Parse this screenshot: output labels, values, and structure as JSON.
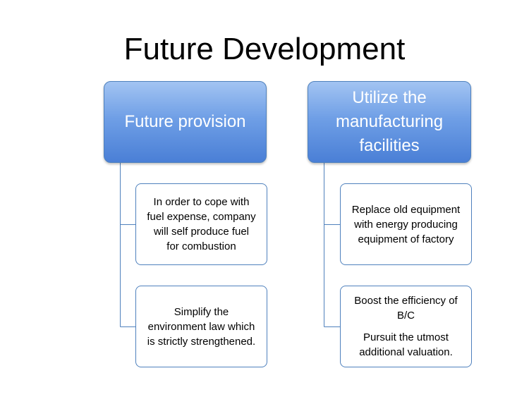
{
  "title": "Future Development",
  "columns": [
    {
      "header": "Future provision",
      "children": [
        {
          "lines": [
            "In order to cope with",
            "fuel expense, company",
            "will self produce fuel",
            "for combustion"
          ]
        },
        {
          "lines": [
            "Simplify the",
            "environment law  which",
            "is strictly strengthened."
          ]
        }
      ]
    },
    {
      "header_lines": [
        "Utilize the",
        "manufacturing",
        "facilities"
      ],
      "children": [
        {
          "lines": [
            "Replace  old equipment",
            "with energy producing",
            "equipment of factory"
          ]
        },
        {
          "paragraphs": [
            [
              "Boost the efficiency of",
              "B/C"
            ],
            [
              "Pursuit the utmost",
              "additional valuation."
            ]
          ]
        }
      ]
    }
  ],
  "colors": {
    "header_fill_top": "#a3c4f2",
    "header_fill_bottom": "#4a7fd6",
    "border": "#4f81bd",
    "connector": "#4f81bd"
  }
}
